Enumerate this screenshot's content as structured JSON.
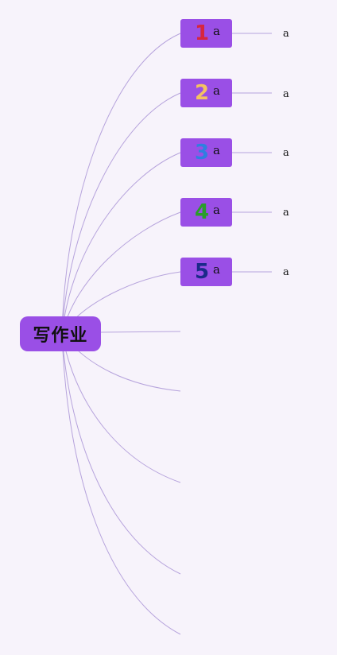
{
  "colors": {
    "background": "#f7f3fb",
    "node_fill": "#9a4fe6",
    "link_stroke": "#b6a3dc"
  },
  "root": {
    "label": "写作业"
  },
  "branches": [
    {
      "number": "1",
      "number_color": "#d7263d",
      "label": "a",
      "leaf_label": "a"
    },
    {
      "number": "2",
      "number_color": "#f4c261",
      "label": "a",
      "leaf_label": "a"
    },
    {
      "number": "3",
      "number_color": "#2f7fe0",
      "label": "a",
      "leaf_label": "a"
    },
    {
      "number": "4",
      "number_color": "#2a9d2a",
      "label": "a",
      "leaf_label": "a"
    },
    {
      "number": "5",
      "number_color": "#1a2a8a",
      "label": "a",
      "leaf_label": "a"
    }
  ]
}
